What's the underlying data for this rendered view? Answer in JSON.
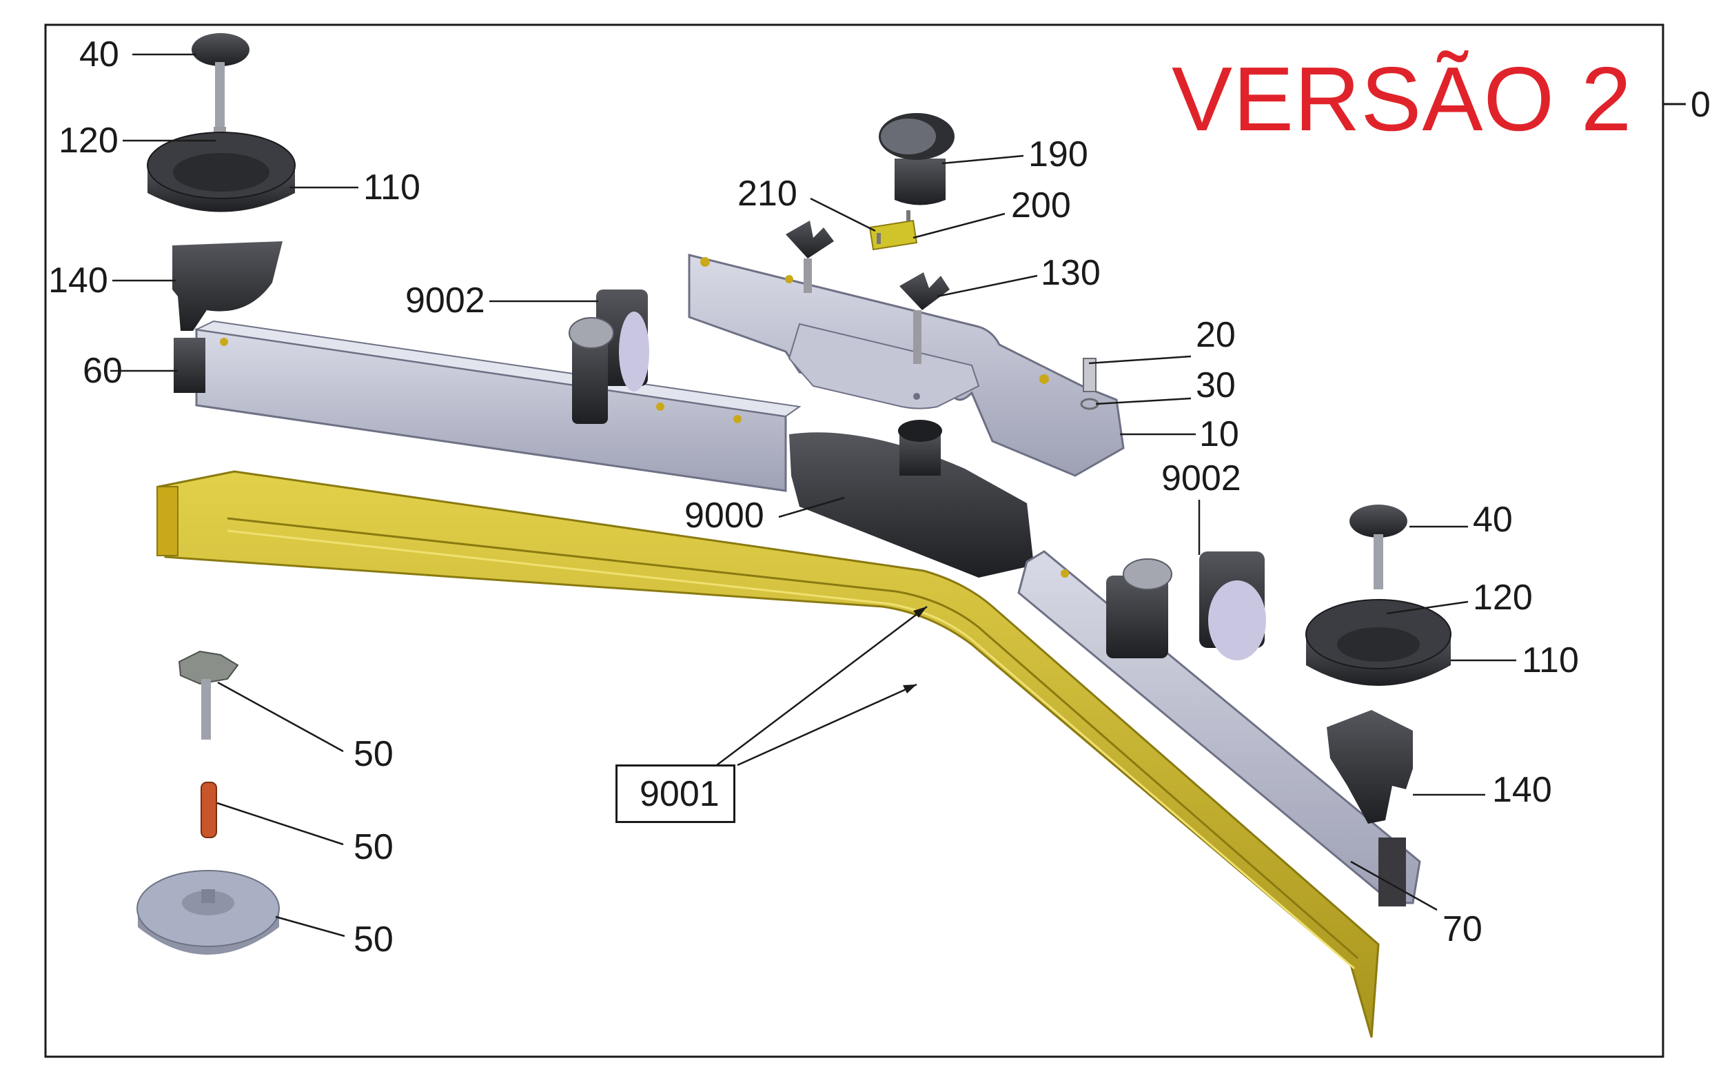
{
  "title": "VERSÃO 2",
  "side_tick": "0",
  "callouts": [
    {
      "id": "c40a",
      "text": "40"
    },
    {
      "id": "c120a",
      "text": "120"
    },
    {
      "id": "c110a",
      "text": "110"
    },
    {
      "id": "c140a",
      "text": "140"
    },
    {
      "id": "c60",
      "text": "60"
    },
    {
      "id": "c9002a",
      "text": "9002"
    },
    {
      "id": "c210",
      "text": "210"
    },
    {
      "id": "c190",
      "text": "190"
    },
    {
      "id": "c200",
      "text": "200"
    },
    {
      "id": "c130",
      "text": "130"
    },
    {
      "id": "c20",
      "text": "20"
    },
    {
      "id": "c30",
      "text": "30"
    },
    {
      "id": "c10",
      "text": "10"
    },
    {
      "id": "c9002b",
      "text": "9002"
    },
    {
      "id": "c9000",
      "text": "9000"
    },
    {
      "id": "c40b",
      "text": "40"
    },
    {
      "id": "c120b",
      "text": "120"
    },
    {
      "id": "c110b",
      "text": "110"
    },
    {
      "id": "c140b",
      "text": "140"
    },
    {
      "id": "c70",
      "text": "70"
    },
    {
      "id": "c50a",
      "text": "50"
    },
    {
      "id": "c50b",
      "text": "50"
    },
    {
      "id": "c50c",
      "text": "50"
    },
    {
      "id": "c9001",
      "text": "9001"
    }
  ],
  "colors": {
    "title": "#e0232a",
    "blade": "#c9b52a",
    "metal": "#b9bccd",
    "dark": "#2a2b2f"
  }
}
